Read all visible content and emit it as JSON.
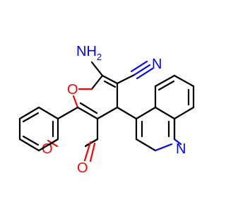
{
  "molecule": {
    "atoms": {
      "nh2": {
        "main": "NH",
        "sub": "2"
      },
      "cn_n": "N",
      "pyran_o": "O",
      "lactone_o": "O",
      "carbonyl_o": "O",
      "quinoline_n": "N"
    },
    "colors": {
      "bond": "#000000",
      "nitrogen": "#0000ff",
      "oxygen": "#ff0000"
    }
  }
}
